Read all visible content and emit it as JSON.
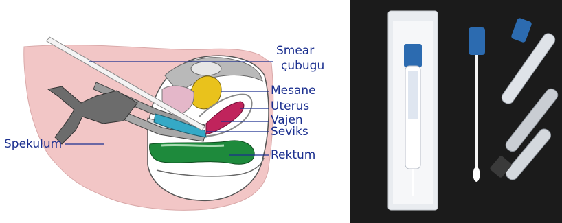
{
  "diagram": {
    "labels": {
      "smear_line1": "Smear",
      "smear_line2": "çubugu",
      "mesane": "Mesane",
      "uterus": "Uterus",
      "vajen": "Vajen",
      "seviks": "Seviks",
      "rektum": "Rektum",
      "spekulum": "Spekulum"
    },
    "colors": {
      "label_text": "#1b2f8f",
      "leader_line": "#1b2f8f",
      "skin": "#f2c6c6",
      "bladder_fill": "#e9c21c",
      "uterus_fill": "#c0245c",
      "cervix_fill": "#35a9c6",
      "rectum_fill": "#1e8a3c"
    }
  },
  "photo": {
    "background_color": "#1b1b1b",
    "cap_color": "#2c6bb0"
  }
}
